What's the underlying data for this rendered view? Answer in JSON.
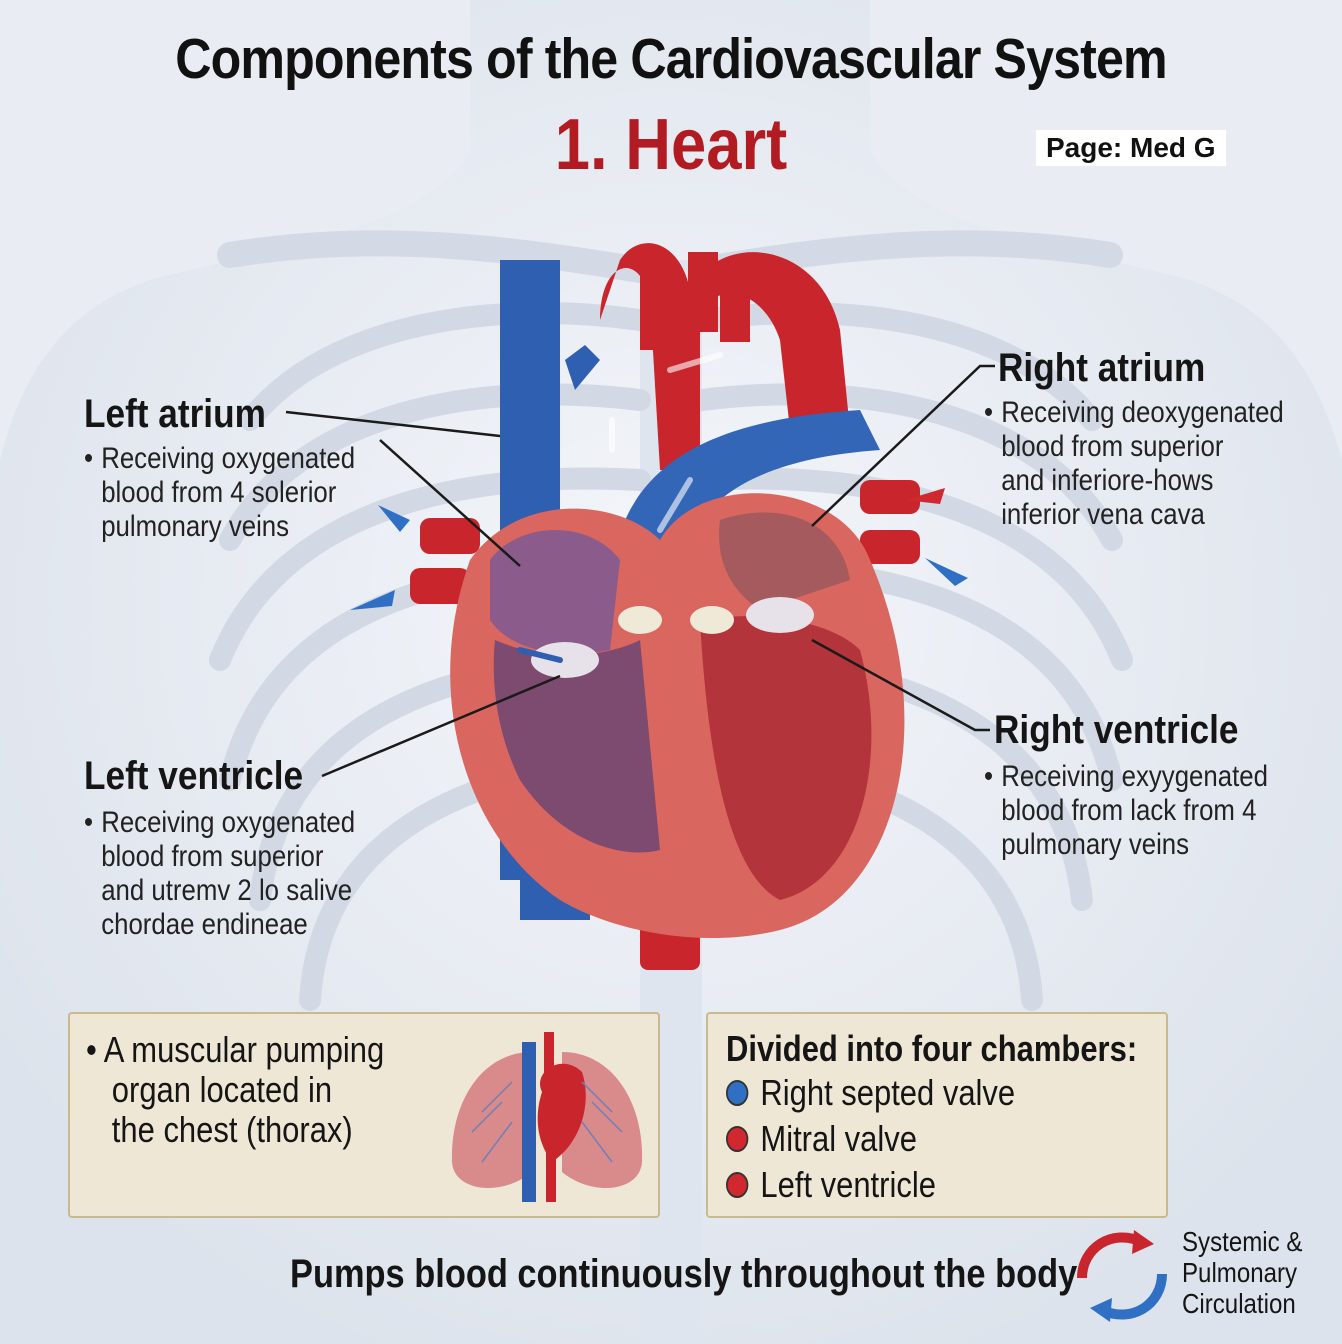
{
  "title": "Components of the Cardiovascular System",
  "subtitle": "1. Heart",
  "page_tag": "Page: Med G",
  "colors": {
    "artery_red": "#c8262c",
    "vein_blue": "#2f5fb0",
    "title_red": "#b31b22",
    "box_fill": "#efe7d5"
  },
  "labels": {
    "left_atrium": {
      "heading": "Left atrium",
      "bullet": "•",
      "lines": [
        "Receiving oxygenated",
        "blood from 4 solerior",
        "pulmonary veins"
      ]
    },
    "left_ventricle": {
      "heading": "Left ventricle",
      "bullet": "•",
      "lines": [
        "Receiving oxygenated",
        "blood from superior",
        "and utremv 2 lo salive",
        "chordae endineae"
      ]
    },
    "right_atrium": {
      "heading": "Right atrium",
      "bullet": "•",
      "lines": [
        "Receiving deoxygenated",
        "blood from superior",
        "and inferiore-hows",
        "inferior vena cava"
      ]
    },
    "right_ventricle": {
      "heading": "Right ventricle",
      "bullet": "•",
      "lines": [
        "Receiving exyygenated",
        "blood from lack from 4",
        "pulmonary veins"
      ]
    }
  },
  "info_box": {
    "bullet": "•",
    "lines": [
      "A muscular pumping",
      "organ located in",
      "the chest (thorax)"
    ]
  },
  "chambers_box": {
    "title": "Divided into four chambers:",
    "items": [
      {
        "label": "Right septed valve",
        "color": "#2f6fc4"
      },
      {
        "label": "Mitral valve",
        "color": "#d0282e"
      },
      {
        "label": "Left ventricle",
        "color": "#d0282e"
      }
    ]
  },
  "footer": {
    "text": "Pumps blood continuously throughout the body",
    "circulation_lines": [
      "Systemic &",
      "Pulmonary",
      "Circulation"
    ]
  }
}
